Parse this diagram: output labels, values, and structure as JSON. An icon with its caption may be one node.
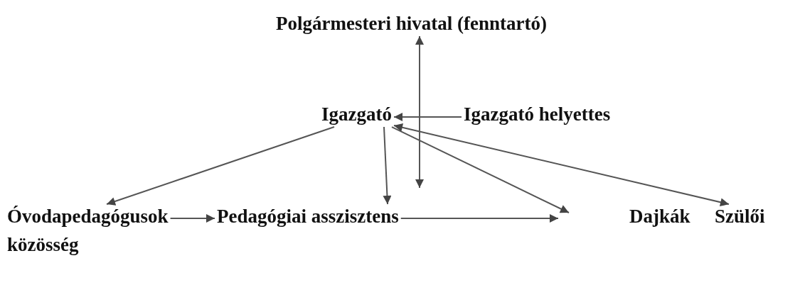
{
  "diagram": {
    "nodes": [
      {
        "text": [
          "Polgármesteri hivatal (fenntartó)"
        ]
      },
      {
        "text": [
          "Igazgató"
        ]
      },
      {
        "text": [
          "Igazgató helyettes"
        ]
      },
      {
        "text": [
          "Óvodapedagógusok"
        ]
      },
      {
        "text": [
          "Pedagógiai asszisztens"
        ]
      },
      {
        "text": [
          "Dajkák"
        ]
      },
      {
        "text": [
          "Szülői"
        ]
      }
    ],
    "edges": [
      {
        "from": 0,
        "to": null,
        "arrow": "both"
      },
      {
        "from": 2,
        "to": 1,
        "arrow": "to"
      },
      {
        "from": 1,
        "to": 3,
        "arrow": "to"
      },
      {
        "from": 1,
        "to": 4,
        "arrow": "to"
      },
      {
        "from": 1,
        "to": null,
        "arrow": "to"
      },
      {
        "from": 6,
        "to": 1,
        "arrow": "both"
      },
      {
        "from": 3,
        "to": 4,
        "arrow": "to"
      },
      {
        "from": 4,
        "to": null,
        "arrow": "to"
      }
    ],
    "labels": [
      "közösség"
    ]
  }
}
